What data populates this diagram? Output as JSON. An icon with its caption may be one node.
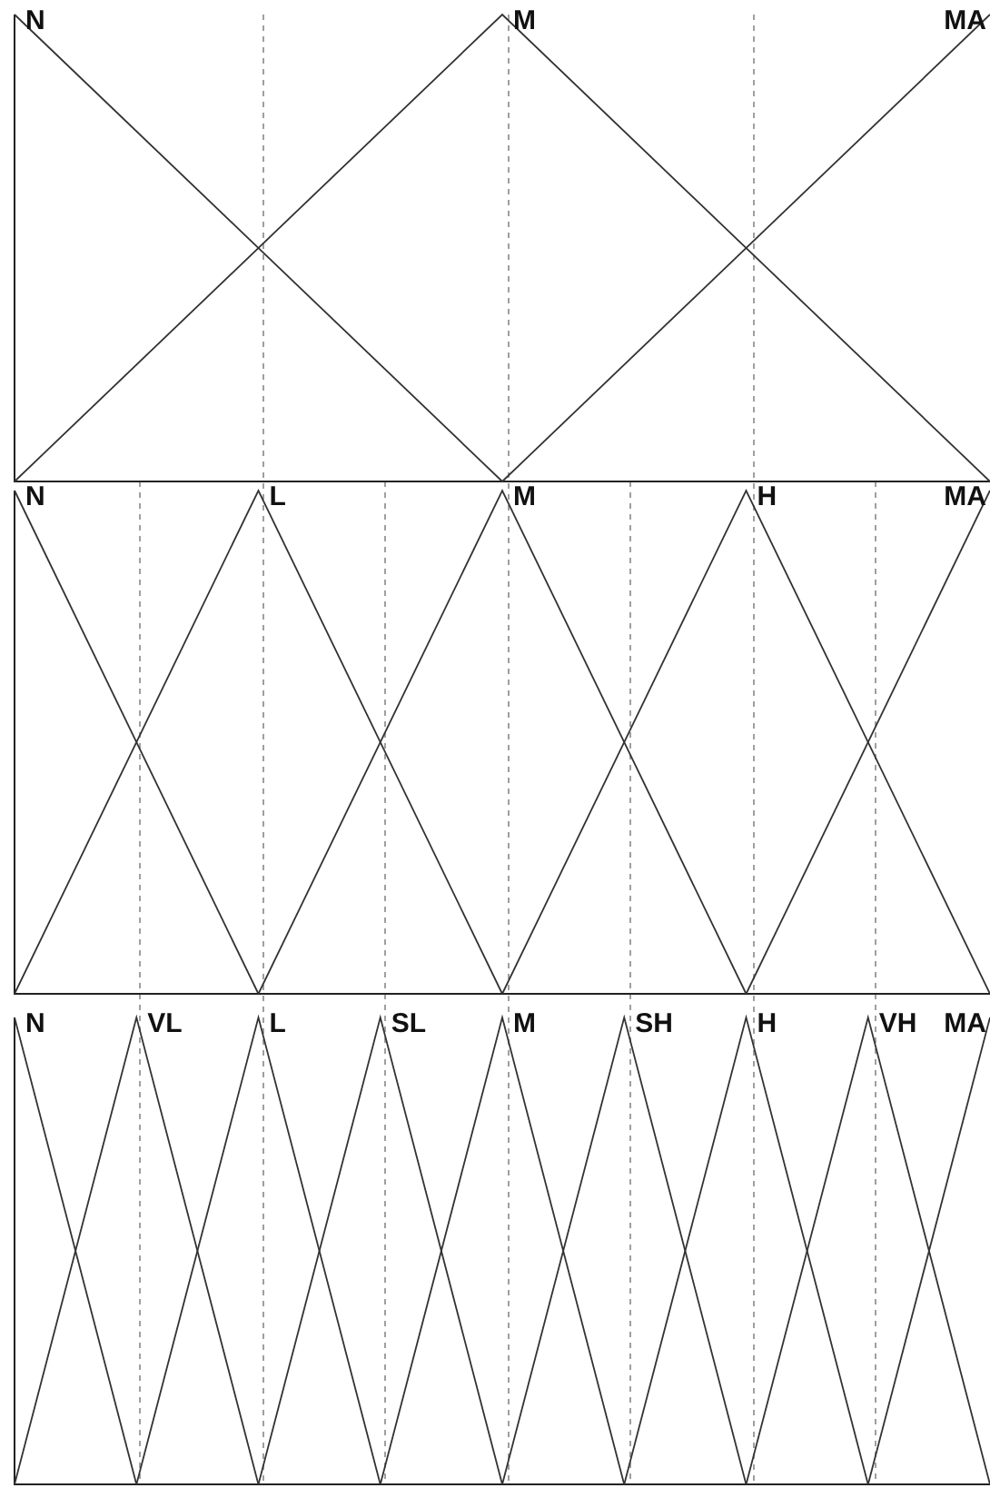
{
  "diagram": {
    "labels": [
      "N",
      "M",
      "MA",
      "N",
      "L",
      "M",
      "H",
      "MA",
      "N",
      "VL",
      "L",
      "SL",
      "M",
      "SH",
      "H",
      "VH",
      "MA"
    ]
  }
}
